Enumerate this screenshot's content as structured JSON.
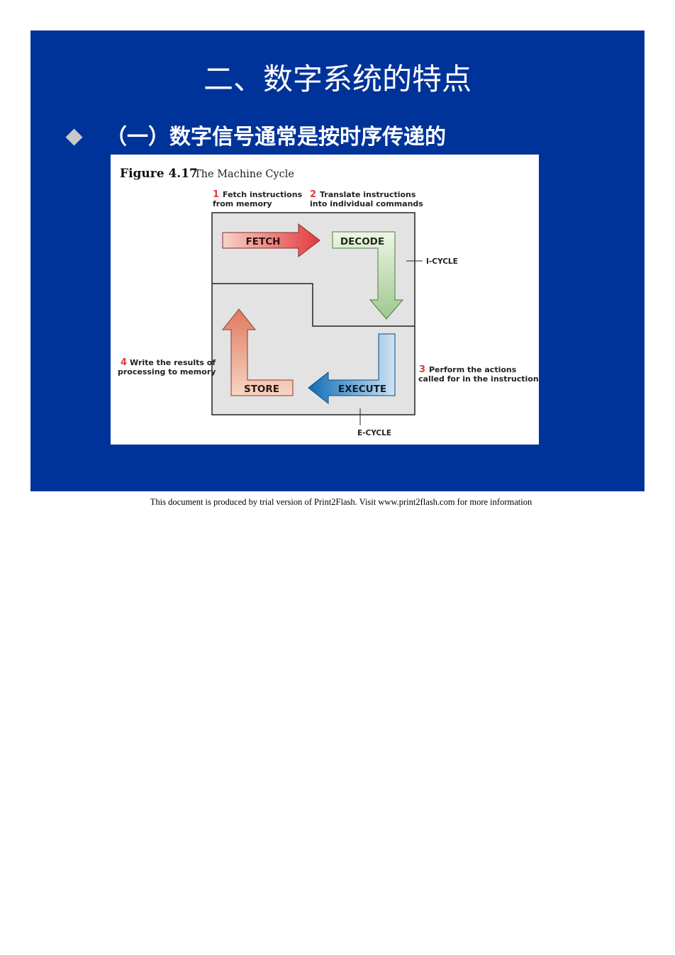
{
  "slide": {
    "title": "二、数字系统的特点",
    "bullet": "（一）数字信号通常是按时序传递的",
    "background_color": "#003399",
    "bullet_marker_color": "#c8c8c8"
  },
  "figure": {
    "label": "Figure 4.17",
    "caption": "The Machine Cycle",
    "steps": [
      {
        "number": "1",
        "line1": "Fetch instructions",
        "line2": "from memory"
      },
      {
        "number": "2",
        "line1": "Translate instructions",
        "line2": "into individual commands"
      },
      {
        "number": "3",
        "line1": "Perform the actions",
        "line2": "called for in the instructions"
      },
      {
        "number": "4",
        "line1": "Write the results of",
        "line2": "processing to memory"
      }
    ],
    "arrows": {
      "fetch": "FETCH",
      "decode": "DECODE",
      "execute": "EXECUTE",
      "store": "STORE"
    },
    "cycles": {
      "i_cycle": "I-CYCLE",
      "e_cycle": "E-CYCLE"
    },
    "colors": {
      "fetch": "#e23a3d",
      "decode": "#9dc88d",
      "execute": "#1a7bc0",
      "store": "#e07a5f",
      "step_number": "#e23a3d",
      "panel": "#e3e3e3"
    }
  },
  "footer": {
    "text": "This document is produced by trial version of Print2Flash. Visit www.print2flash.com for more information"
  }
}
